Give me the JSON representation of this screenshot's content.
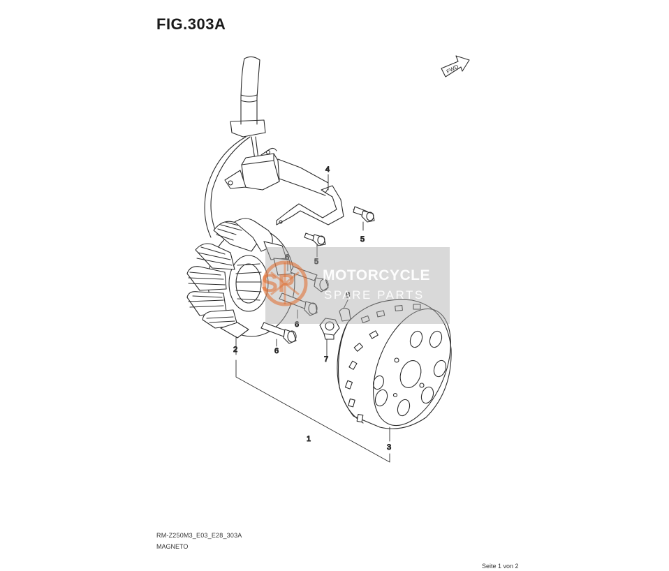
{
  "figure": {
    "title": "FIG.303A",
    "model_code": "RM-Z250M3_E03_E28_303A",
    "description": "MAGNETO",
    "page": "Seite 1 von 2"
  },
  "direction_marker": {
    "label": "FWD",
    "icon": "forward-arrow-icon"
  },
  "callouts": {
    "c1": "1",
    "c2": "2",
    "c3": "3",
    "c4": "4",
    "c5a": "5",
    "c5b": "5",
    "c6a": "6",
    "c6b": "6",
    "c6c": "6",
    "c7": "7",
    "c8": "8"
  },
  "watermark": {
    "logo_text": "SP",
    "title": "MOTORCYCLE",
    "subtitle": "SPARE PARTS"
  },
  "colors": {
    "callout": "#8a2a22",
    "line": "#2a2a2a",
    "watermark_gray": "#aaaaaa",
    "watermark_accent": "#e06a2a"
  }
}
